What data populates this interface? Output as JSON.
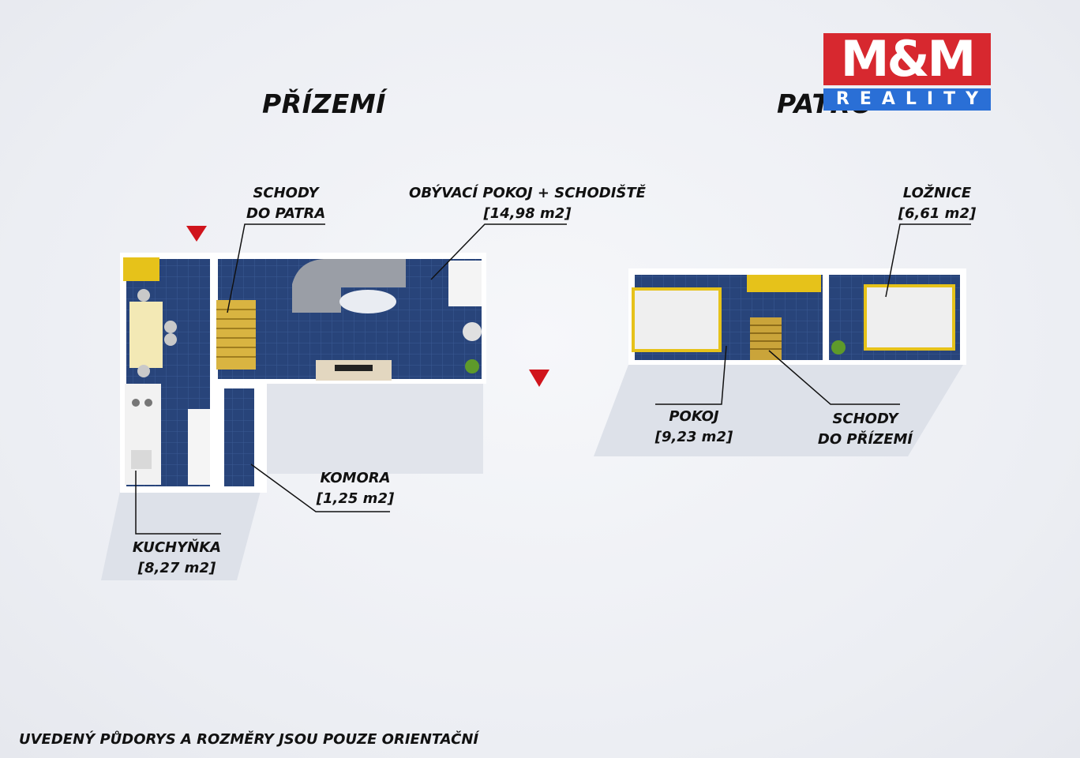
{
  "headings": {
    "ground_floor": "PŘÍZEMÍ",
    "upper_floor": "PATRO"
  },
  "logo": {
    "main": "M&M",
    "sub": "REALITY",
    "colors": {
      "red": "#d7282f",
      "blue": "#2a6fd6"
    }
  },
  "rooms": {
    "stairs_up": [
      "SCHODY",
      "DO PATRA"
    ],
    "living_room": [
      "OBÝVACÍ POKOJ + SCHODIŠTĚ",
      "[14,98 m2]"
    ],
    "pantry": [
      "KOMORA",
      "[1,25 m2]"
    ],
    "kitchenette": [
      "KUCHYŇKA",
      "[8,27 m2]"
    ],
    "bedroom": [
      "LOŽNICE",
      "[6,61 m2]"
    ],
    "room": [
      "POKOJ",
      "[9,23 m2]"
    ],
    "stairs_down": [
      "SCHODY",
      "DO PŘÍZEMÍ"
    ]
  },
  "footer": "UVEDENÝ PŮDORYS A ROZMĚRY JSOU POUZE ORIENTAČNÍ",
  "colors": {
    "floor": "#28447a",
    "wall": "#ffffff",
    "accent_yellow": "#e6c21a",
    "entrance_marker": "#d0141c"
  }
}
